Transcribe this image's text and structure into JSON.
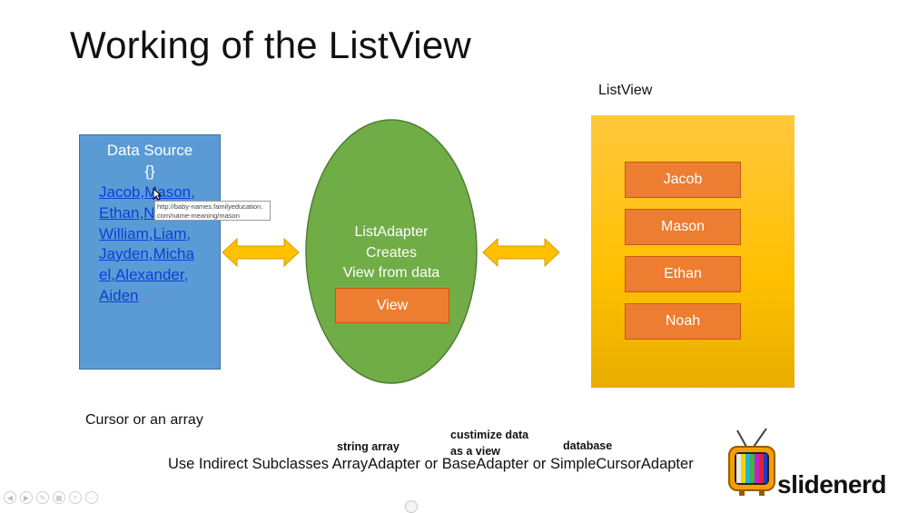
{
  "slide": {
    "title": "Working of the ListView",
    "listview_caption": "ListView"
  },
  "data_source": {
    "title": "Data Source",
    "braces": "{}",
    "names": [
      "Jacob",
      "Mason",
      "Ethan",
      "N",
      "William",
      "Liam",
      "Jayden",
      "Micha",
      "el",
      "Alexander",
      "Aiden",
      "..."
    ],
    "tooltip_line1": "http://baby-names.familyeducation.",
    "tooltip_line2": "com/name-meaning/mason"
  },
  "adapter": {
    "line1": "ListAdapter",
    "line2": "Creates",
    "line3": "View from data",
    "view_label": "View"
  },
  "listview": {
    "items": [
      "Jacob",
      "Mason",
      "Ethan",
      "Noah"
    ]
  },
  "captions": {
    "cursor_or_array": "Cursor or an array",
    "note_string_array": "string array",
    "note_customize_1": "custimize data",
    "note_customize_2": "as a view",
    "note_database": "database",
    "use_line": "Use Indirect Subclasses ArrayAdapter or BaseAdapter or SimpleCursorAdapter"
  },
  "logo": {
    "text": "slidenerd"
  },
  "toolbar": {
    "icons": [
      "previous-icon",
      "next-icon",
      "pen-icon",
      "slides-icon",
      "zoom-icon",
      "more-icon"
    ],
    "glyphs": [
      "◀",
      "▶",
      "✎",
      "▦",
      "⌕",
      "⋯"
    ]
  },
  "colors": {
    "data_source_fill": "#5b9bd5",
    "ellipse_fill": "#70ad47",
    "orange_item": "#ed7d31",
    "listview_panel": "#ffc000",
    "arrow_fill": "#ffc000",
    "link": "#0b3fd6"
  }
}
